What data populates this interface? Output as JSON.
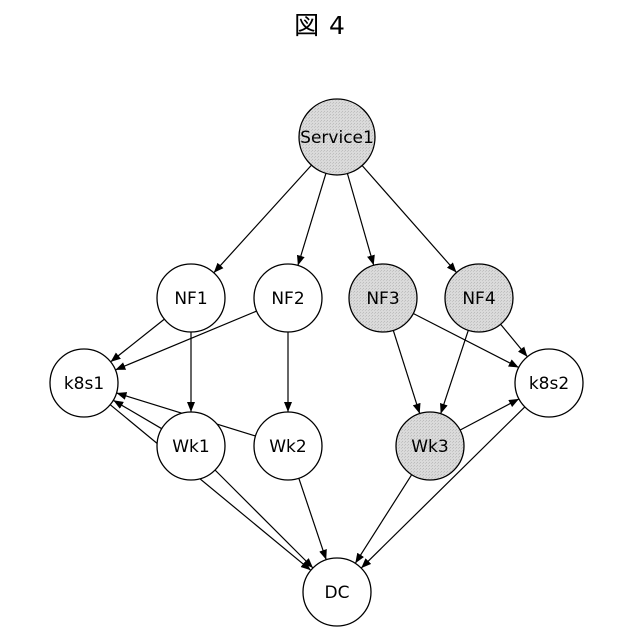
{
  "figure": {
    "title": "図 4"
  },
  "colors": {
    "edge": "#000000",
    "node_stroke": "#000000",
    "node_fill_default": "#ffffff",
    "node_fill_highlight": "#d6d6d6",
    "text": "#000000"
  },
  "nodes": [
    {
      "id": "service1",
      "label": "Service1",
      "highlighted": true
    },
    {
      "id": "nf1",
      "label": "NF1",
      "highlighted": false
    },
    {
      "id": "nf2",
      "label": "NF2",
      "highlighted": false
    },
    {
      "id": "nf3",
      "label": "NF3",
      "highlighted": true
    },
    {
      "id": "nf4",
      "label": "NF4",
      "highlighted": true
    },
    {
      "id": "k8s1",
      "label": "k8s1",
      "highlighted": false
    },
    {
      "id": "k8s2",
      "label": "k8s2",
      "highlighted": false
    },
    {
      "id": "wk1",
      "label": "Wk1",
      "highlighted": false
    },
    {
      "id": "wk2",
      "label": "Wk2",
      "highlighted": false
    },
    {
      "id": "wk3",
      "label": "Wk3",
      "highlighted": true
    },
    {
      "id": "dc",
      "label": "DC",
      "highlighted": false
    }
  ],
  "edges": [
    {
      "from": "service1",
      "to": "nf1"
    },
    {
      "from": "service1",
      "to": "nf2"
    },
    {
      "from": "service1",
      "to": "nf3"
    },
    {
      "from": "service1",
      "to": "nf4"
    },
    {
      "from": "nf1",
      "to": "k8s1"
    },
    {
      "from": "nf1",
      "to": "wk1"
    },
    {
      "from": "nf2",
      "to": "k8s1"
    },
    {
      "from": "nf2",
      "to": "wk2"
    },
    {
      "from": "nf3",
      "to": "k8s2"
    },
    {
      "from": "nf3",
      "to": "wk3"
    },
    {
      "from": "nf4",
      "to": "k8s2"
    },
    {
      "from": "nf4",
      "to": "wk3"
    },
    {
      "from": "wk1",
      "to": "k8s1"
    },
    {
      "from": "wk2",
      "to": "k8s1"
    },
    {
      "from": "wk3",
      "to": "k8s2"
    },
    {
      "from": "k8s1",
      "to": "dc"
    },
    {
      "from": "k8s2",
      "to": "dc"
    },
    {
      "from": "wk1",
      "to": "dc"
    },
    {
      "from": "wk2",
      "to": "dc"
    },
    {
      "from": "wk3",
      "to": "dc"
    }
  ]
}
